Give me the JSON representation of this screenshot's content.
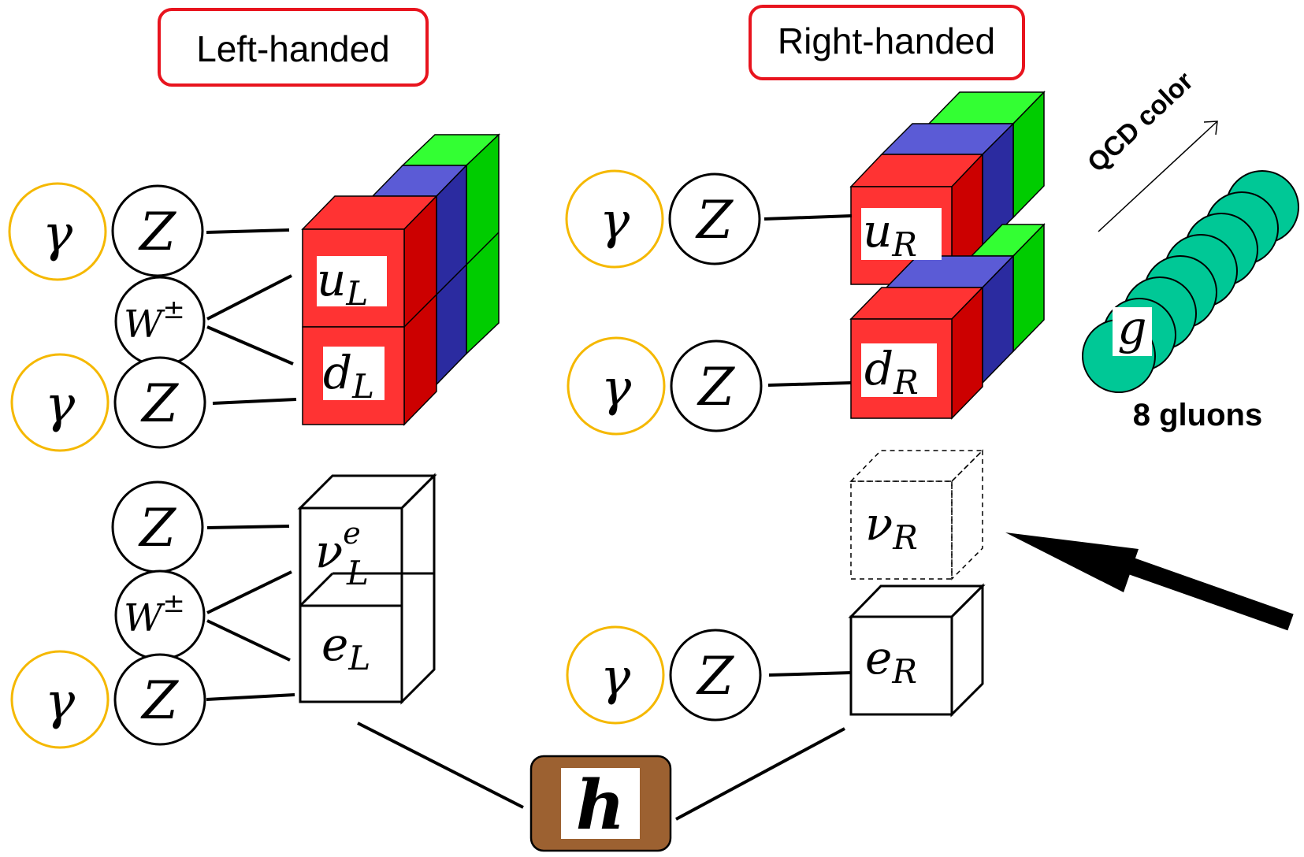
{
  "headers": {
    "left": "Left-handed",
    "right": "Right-handed"
  },
  "symbols": {
    "gamma": "γ",
    "Z": "Z",
    "W": "W",
    "pm": "±"
  },
  "particles": {
    "u_L": {
      "base": "u",
      "sub": "L"
    },
    "d_L": {
      "base": "d",
      "sub": "L"
    },
    "u_R": {
      "base": "u",
      "sub": "R"
    },
    "d_R": {
      "base": "d",
      "sub": "R"
    },
    "nu_L": {
      "base": "ν",
      "sub": "L",
      "sup": "e"
    },
    "e_L": {
      "base": "e",
      "sub": "L"
    },
    "nu_R": {
      "base": "ν",
      "sub": "R"
    },
    "e_R": {
      "base": "e",
      "sub": "R"
    },
    "g": "g",
    "h": "h"
  },
  "annotations": {
    "qcd_color": "QCD color",
    "gluons": "8 gluons"
  },
  "colors": {
    "red_front": "#ff3333",
    "red_side": "#cc0000",
    "blue_top": "#5b5bd6",
    "blue_side": "#2b2ba0",
    "green_top": "#33ff33",
    "green_side": "#00cc00",
    "gluon": "#00c896",
    "photon_ring": "#f5b800",
    "header_border": "#e8141e",
    "higgs_box": "#9c6131"
  }
}
